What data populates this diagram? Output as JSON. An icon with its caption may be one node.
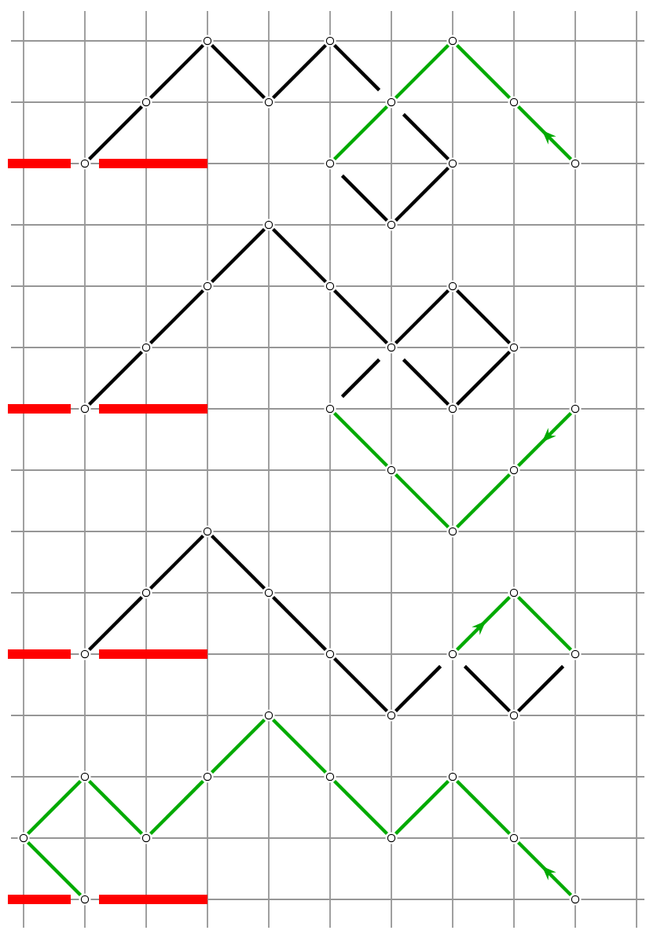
{
  "diagram": {
    "nodes": [
      {
        "text": [],
        "shape": "circle"
      },
      {
        "text": [],
        "shape": "circle"
      },
      {
        "text": [],
        "shape": "circle"
      },
      {
        "text": [],
        "shape": "circle"
      },
      {
        "text": [],
        "shape": "circle"
      },
      {
        "text": [],
        "shape": "circle"
      },
      {
        "text": [],
        "shape": "circle"
      },
      {
        "text": [],
        "shape": "circle"
      },
      {
        "text": [],
        "shape": "circle"
      },
      {
        "text": [],
        "shape": "circle"
      },
      {
        "text": [],
        "shape": "circle"
      },
      {
        "text": [],
        "shape": "circle"
      },
      {
        "text": [],
        "shape": "circle"
      },
      {
        "text": [],
        "shape": "circle"
      },
      {
        "text": [],
        "shape": "circle"
      },
      {
        "text": [],
        "shape": "circle"
      },
      {
        "text": [],
        "shape": "circle"
      },
      {
        "text": [],
        "shape": "circle"
      },
      {
        "text": [],
        "shape": "circle"
      },
      {
        "text": [],
        "shape": "circle"
      },
      {
        "text": [],
        "shape": "circle"
      },
      {
        "text": [],
        "shape": "circle"
      },
      {
        "text": [],
        "shape": "circle"
      },
      {
        "text": [],
        "shape": "circle"
      },
      {
        "text": [],
        "shape": "circle"
      },
      {
        "text": [],
        "shape": "circle"
      },
      {
        "text": [],
        "shape": "circle"
      },
      {
        "text": [],
        "shape": "circle"
      },
      {
        "text": [],
        "shape": "circle"
      },
      {
        "text": [],
        "shape": "circle"
      },
      {
        "text": [],
        "shape": "circle"
      },
      {
        "text": [],
        "shape": "circle"
      },
      {
        "text": [],
        "shape": "circle"
      },
      {
        "text": [],
        "shape": "circle"
      },
      {
        "text": [],
        "shape": "circle"
      },
      {
        "text": [],
        "shape": "circle"
      },
      {
        "text": [],
        "shape": "circle"
      },
      {
        "text": [],
        "shape": "circle"
      },
      {
        "text": [],
        "shape": "circle"
      },
      {
        "text": [],
        "shape": "circle"
      },
      {
        "text": [],
        "shape": "circle"
      },
      {
        "text": [],
        "shape": "circle"
      },
      {
        "text": [],
        "shape": "circle"
      },
      {
        "text": [],
        "shape": "circle"
      },
      {
        "text": [],
        "shape": "circle"
      },
      {
        "text": [],
        "shape": "circle"
      },
      {
        "text": [],
        "shape": "circle"
      }
    ],
    "edges": [
      {
        "from": 0,
        "to": 1,
        "arrow": "none"
      },
      {
        "from": 1,
        "to": 2,
        "arrow": "none"
      },
      {
        "from": 2,
        "to": 3,
        "arrow": "none"
      },
      {
        "from": 3,
        "to": 4,
        "arrow": "none"
      },
      {
        "from": 4,
        "to": 5,
        "arrow": "none"
      },
      {
        "from": 5,
        "to": 6,
        "arrow": "none"
      },
      {
        "from": 6,
        "to": 7,
        "arrow": "none"
      },
      {
        "from": 7,
        "to": 8,
        "arrow": "none"
      },
      {
        "from": 11,
        "to": 10,
        "arrow": "to",
        "color": "#00aa00"
      },
      {
        "from": 10,
        "to": 9,
        "arrow": "none",
        "color": "#00aa00"
      },
      {
        "from": 9,
        "to": 5,
        "arrow": "none",
        "color": "#00aa00"
      },
      {
        "from": 5,
        "to": 8,
        "arrow": "none",
        "color": "#00aa00"
      },
      {
        "from": 12,
        "to": 13,
        "arrow": "none"
      },
      {
        "from": 13,
        "to": 14,
        "arrow": "none"
      },
      {
        "from": 14,
        "to": 15,
        "arrow": "none"
      },
      {
        "from": 15,
        "to": 16,
        "arrow": "none"
      },
      {
        "from": 16,
        "to": 17,
        "arrow": "none"
      },
      {
        "from": 17,
        "to": 18,
        "arrow": "none"
      },
      {
        "from": 18,
        "to": 19,
        "arrow": "none"
      },
      {
        "from": 19,
        "to": 20,
        "arrow": "none"
      },
      {
        "from": 20,
        "to": 17,
        "arrow": "none"
      },
      {
        "from": 17,
        "to": 21,
        "arrow": "none"
      },
      {
        "from": 25,
        "to": 24,
        "arrow": "to",
        "color": "#00aa00"
      },
      {
        "from": 24,
        "to": 23,
        "arrow": "none",
        "color": "#00aa00"
      },
      {
        "from": 23,
        "to": 22,
        "arrow": "none",
        "color": "#00aa00"
      },
      {
        "from": 22,
        "to": 21,
        "arrow": "none",
        "color": "#00aa00"
      },
      {
        "from": 26,
        "to": 27,
        "arrow": "none"
      },
      {
        "from": 27,
        "to": 28,
        "arrow": "none"
      },
      {
        "from": 28,
        "to": 29,
        "arrow": "none"
      },
      {
        "from": 29,
        "to": 30,
        "arrow": "none"
      },
      {
        "from": 30,
        "to": 31,
        "arrow": "none"
      },
      {
        "from": 31,
        "to": 32,
        "arrow": "none"
      },
      {
        "from": 32,
        "to": 33,
        "arrow": "none"
      },
      {
        "from": 33,
        "to": 34,
        "arrow": "none"
      },
      {
        "from": 32,
        "to": 35,
        "arrow": "to",
        "color": "#00aa00"
      },
      {
        "from": 35,
        "to": 34,
        "arrow": "none",
        "color": "#00aa00"
      },
      {
        "from": 46,
        "to": 45,
        "arrow": "to",
        "color": "#00aa00"
      },
      {
        "from": 45,
        "to": 44,
        "arrow": "none",
        "color": "#00aa00"
      },
      {
        "from": 44,
        "to": 43,
        "arrow": "none",
        "color": "#00aa00"
      },
      {
        "from": 43,
        "to": 42,
        "arrow": "none",
        "color": "#00aa00"
      },
      {
        "from": 42,
        "to": 41,
        "arrow": "none",
        "color": "#00aa00"
      },
      {
        "from": 41,
        "to": 40,
        "arrow": "none",
        "color": "#00aa00"
      },
      {
        "from": 40,
        "to": 39,
        "arrow": "none",
        "color": "#00aa00"
      },
      {
        "from": 39,
        "to": 38,
        "arrow": "none",
        "color": "#00aa00"
      },
      {
        "from": 38,
        "to": 37,
        "arrow": "none",
        "color": "#00aa00"
      },
      {
        "from": 37,
        "to": 36,
        "arrow": "none",
        "color": "#00aa00"
      }
    ]
  }
}
